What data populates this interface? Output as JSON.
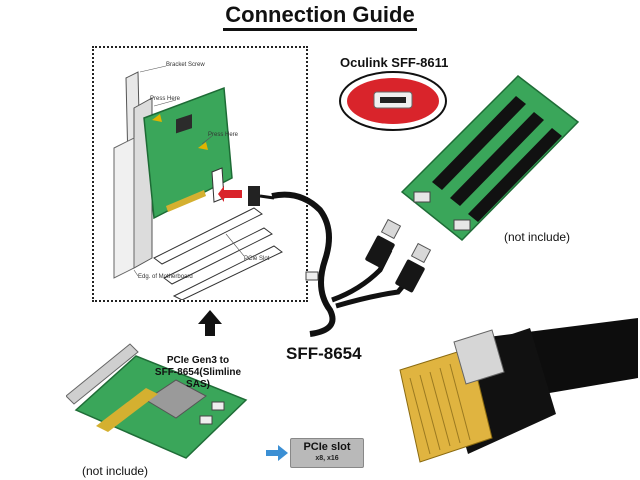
{
  "title": "Connection Guide",
  "diagram_labels": {
    "bracket_screw": "Bracket Screw",
    "press_here_1": "Press Here",
    "press_here_2": "Press Here",
    "pcie_slot": "PCIe Slot",
    "edge_of_motherboard": "Edg. of Motherboard"
  },
  "oculink_label": "Oculink SFF-8611",
  "not_include_top": "(not include)",
  "sff_label": "SFF-8654",
  "pcie_card_title": [
    "PCIe Gen3 to",
    "SFF-8654(Slimline SAS)"
  ],
  "not_include_bottom": "(not include)",
  "pcie_slot_badge": {
    "main": "PCIe slot",
    "sub": "x8, x16"
  },
  "colors": {
    "board_green": "#3aa65a",
    "cable_black": "#111111",
    "oculink_red": "#d9242b",
    "gold": "#d4b030"
  }
}
